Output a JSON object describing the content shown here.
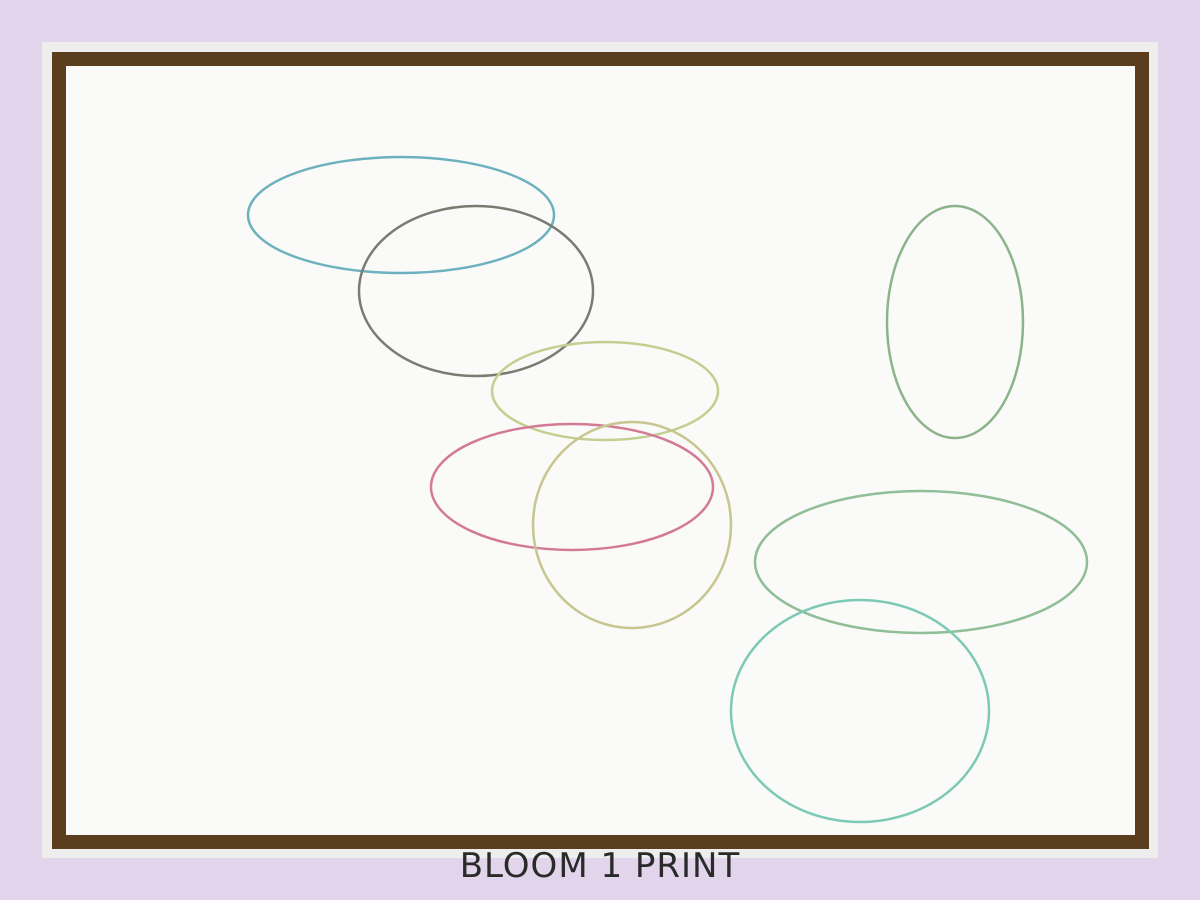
{
  "caption": "BLOOM 1 PRINT",
  "colors": {
    "background": "#e2d5eb",
    "mat": "#eeeeee",
    "frame": "#5a3e1e",
    "canvas": "#fafaf8"
  },
  "ellipses": [
    {
      "name": "blue-ellipse",
      "color": "#6db0be"
    },
    {
      "name": "gray-ellipse",
      "color": "#7b7b72"
    },
    {
      "name": "yellow-green-ellipse",
      "color": "#c3cf91"
    },
    {
      "name": "green-vertical-ellipse",
      "color": "#8cb48a"
    },
    {
      "name": "pink-ellipse",
      "color": "#d27a96"
    },
    {
      "name": "khaki-ellipse",
      "color": "#c8c68f"
    },
    {
      "name": "green-wide-ellipse",
      "color": "#8fbe98"
    },
    {
      "name": "teal-ellipse",
      "color": "#7ccab6"
    }
  ]
}
